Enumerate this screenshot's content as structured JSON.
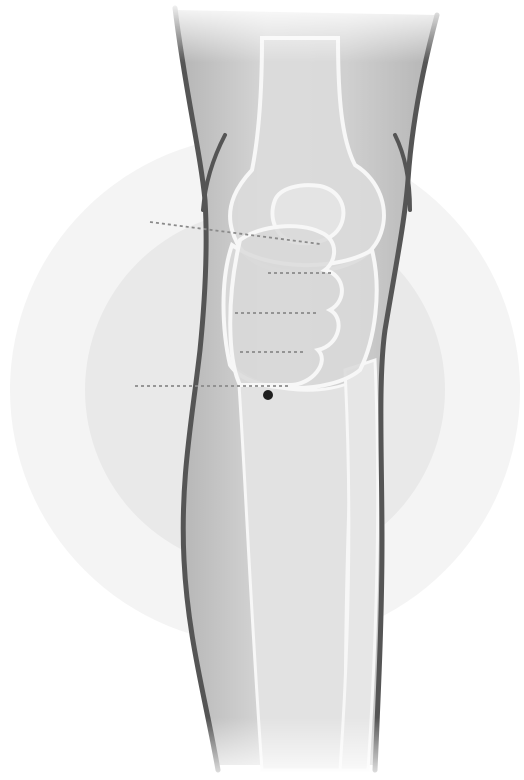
{
  "figure": {
    "subject": "knee-anterior-view",
    "colors": {
      "background": "#ffffff",
      "halo_outer": "#f4f4f4",
      "halo_inner": "#e9e9e9",
      "leg_fill_dark": "#b4b4b4",
      "leg_fill_light": "#ececec",
      "bone_fill": "#e2e2e2",
      "bone_outline": "#f7f7f7",
      "skin_outline": "#555555",
      "guide_line": "#8a8a8a",
      "marker_point": "#1e1e1e"
    },
    "guide_lines_count": 5,
    "marker_count": 1
  }
}
